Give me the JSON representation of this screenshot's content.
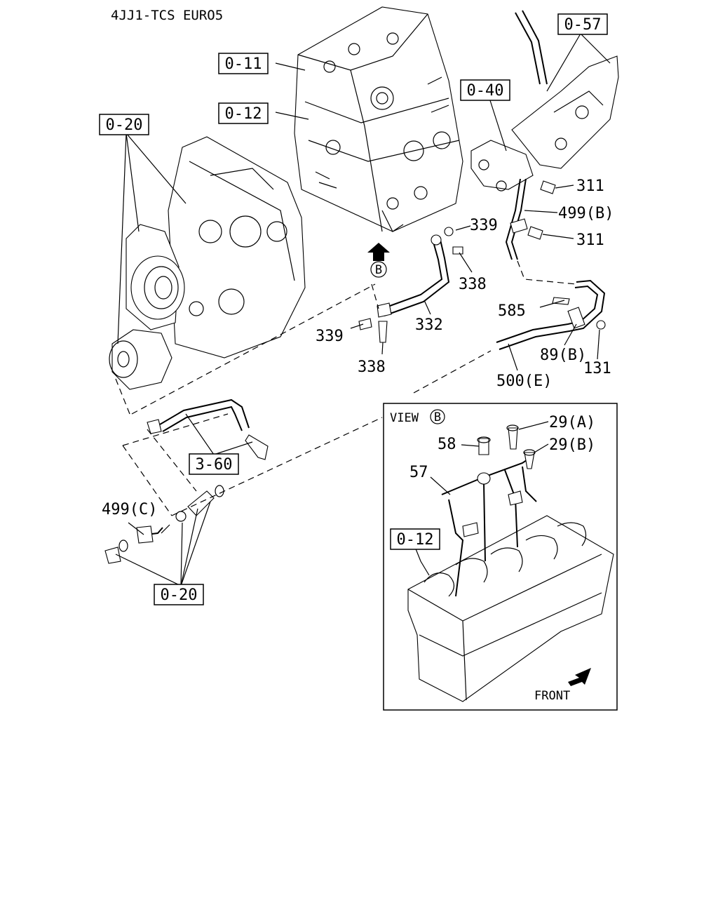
{
  "header": {
    "model": "4JJ1-TCS EURO5"
  },
  "references": {
    "r_0_57": "0-57",
    "r_0_11": "0-11",
    "r_0_40": "0-40",
    "r_0_12_top": "0-12",
    "r_0_20_top": "0-20",
    "r_3_60": "3-60",
    "r_0_20_bottom": "0-20",
    "r_0_12_view": "0-12"
  },
  "parts": {
    "p311_a": "311",
    "p499b": "499(B)",
    "p339_a": "339",
    "p311_b": "311",
    "p338_a": "338",
    "p585": "585",
    "p332": "332",
    "p339_b": "339",
    "p89b": "89(B)",
    "p131": "131",
    "p338_b": "338",
    "p500e": "500(E)",
    "p499c": "499(C)",
    "p29a": "29(A)",
    "p58": "58",
    "p29b": "29(B)",
    "p57": "57"
  },
  "view": {
    "title": "VIEW",
    "marker": "B",
    "front_label": "FRONT"
  },
  "arrow_marker": "B"
}
